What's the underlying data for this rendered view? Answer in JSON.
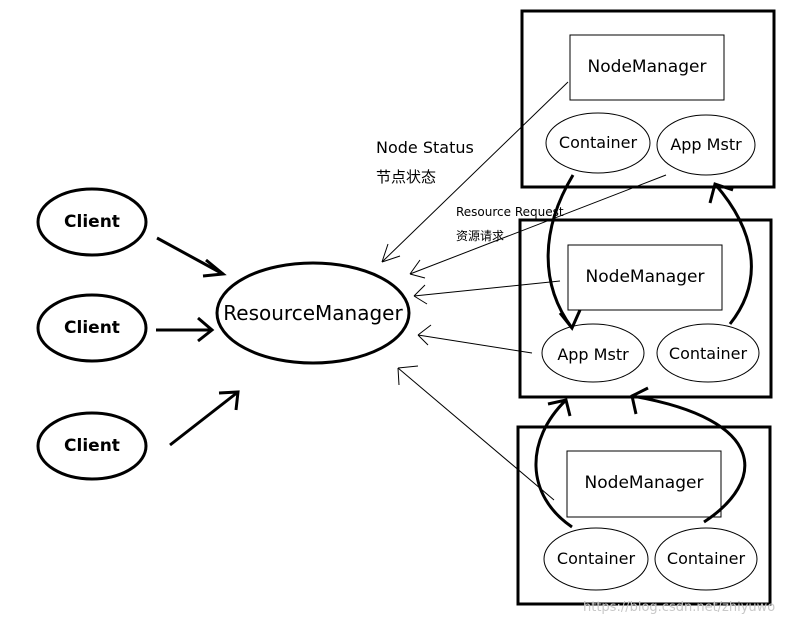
{
  "clients": [
    "Client",
    "Client",
    "Client"
  ],
  "resource_manager": "ResourceManager",
  "nodes": [
    {
      "manager": "NodeManager",
      "left": "Container",
      "right": "App Mstr"
    },
    {
      "manager": "NodeManager",
      "left": "App Mstr",
      "right": "Container"
    },
    {
      "manager": "NodeManager",
      "left": "Container",
      "right": "Container"
    }
  ],
  "labels": {
    "node_status_en": "Node Status",
    "node_status_zh": "节点状态",
    "resource_request_en": "Resource Request",
    "resource_request_zh": "资源请求"
  },
  "watermark": "https://blog.csdn.net/zhiyuwo"
}
